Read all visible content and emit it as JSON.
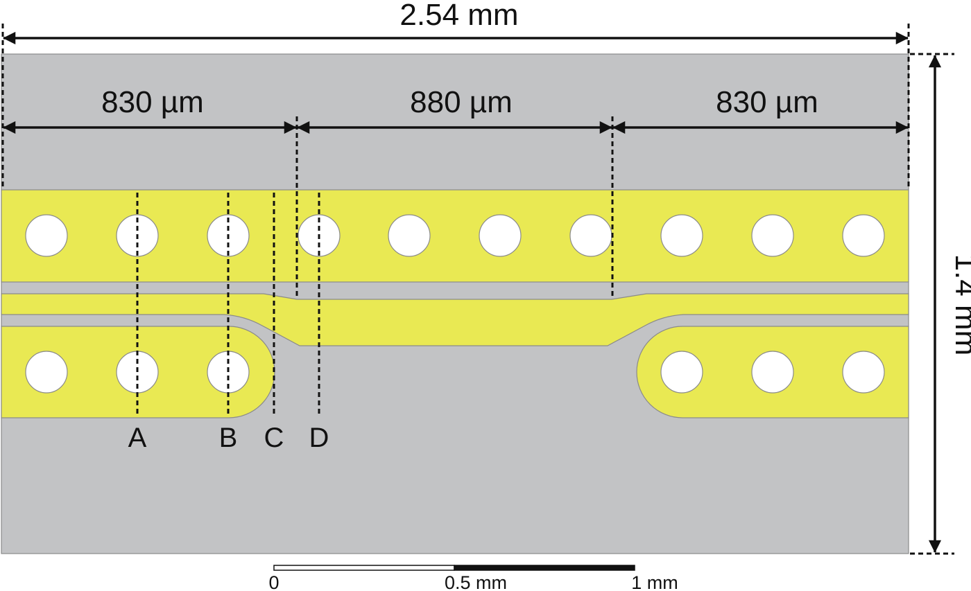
{
  "diagram": {
    "dimensions": {
      "total_width": "2.54 mm",
      "total_height": "1.4 mm",
      "left_section": "830 µm",
      "middle_section": "880 µm",
      "right_section": "830 µm"
    },
    "cross_sections": [
      "A",
      "B",
      "C",
      "D"
    ],
    "scale_bar": {
      "start": "0",
      "mid": "0.5 mm",
      "end": "1 mm"
    },
    "colors": {
      "substrate": "#c2c3c5",
      "conductor": "#e9e953",
      "via_hole": "#ffffff",
      "line": "#111111"
    }
  }
}
